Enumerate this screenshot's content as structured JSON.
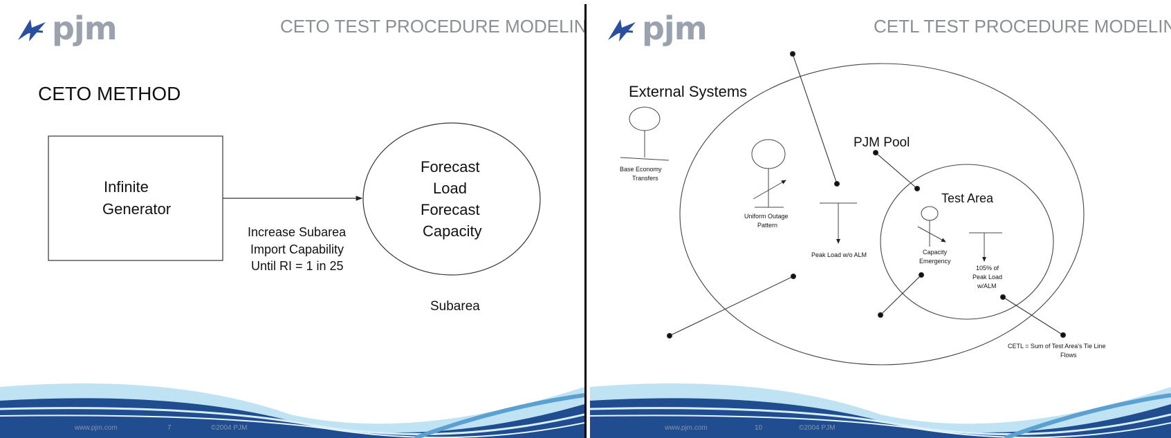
{
  "left_slide": {
    "logo": "pjm",
    "title": "CETO TEST PROCEDURE MODELING",
    "heading": "CETO METHOD",
    "box_line1": "Infinite",
    "box_line2": "Generator",
    "circle_lines": [
      "Forecast",
      "Load",
      "Forecast",
      "Capacity"
    ],
    "arrow_label_lines": [
      "Increase Subarea",
      "Import Capability",
      "Until RI = 1 in 25"
    ],
    "subarea_label": "Subarea",
    "footer": {
      "site": "www.pjm.com",
      "page": "7",
      "copyright": "©2004 PJM"
    }
  },
  "right_slide": {
    "logo": "pjm",
    "title": "CETL TEST PROCEDURE MODELING",
    "external_label": "External Systems",
    "base_economy_lines": [
      "Base Economy",
      "Transfers"
    ],
    "pool_label": "PJM Pool",
    "uniform_outage_lines": [
      "Uniform Outage",
      "Pattern"
    ],
    "peak_load_label": "Peak Load w/o ALM",
    "test_area_label": "Test Area",
    "capacity_emergency_lines": [
      "Capacity",
      "Emergency"
    ],
    "peak_105_lines": [
      "105% of",
      "Peak Load",
      "w/ALM"
    ],
    "cetl_note_lines": [
      "CETL = Sum of Test Area's Tie Line",
      "Flows"
    ],
    "footer": {
      "site": "www.pjm.com",
      "page": "10",
      "copyright": "©2004 PJM"
    }
  },
  "colors": {
    "logo_blue": "#2a4f9e",
    "wave_dark": "#1f4d8f",
    "wave_light": "#bfe3f2",
    "title_gray": "#8a8f96"
  }
}
